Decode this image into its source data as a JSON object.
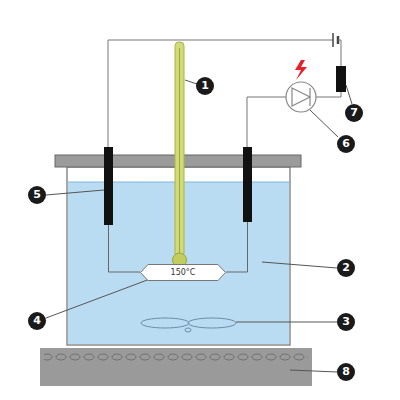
{
  "diagram": {
    "nodes": [
      {
        "text": [
          "150°C"
        ]
      }
    ],
    "labels": [
      "1",
      "2",
      "3",
      "4",
      "5",
      "6",
      "7",
      "8"
    ]
  }
}
